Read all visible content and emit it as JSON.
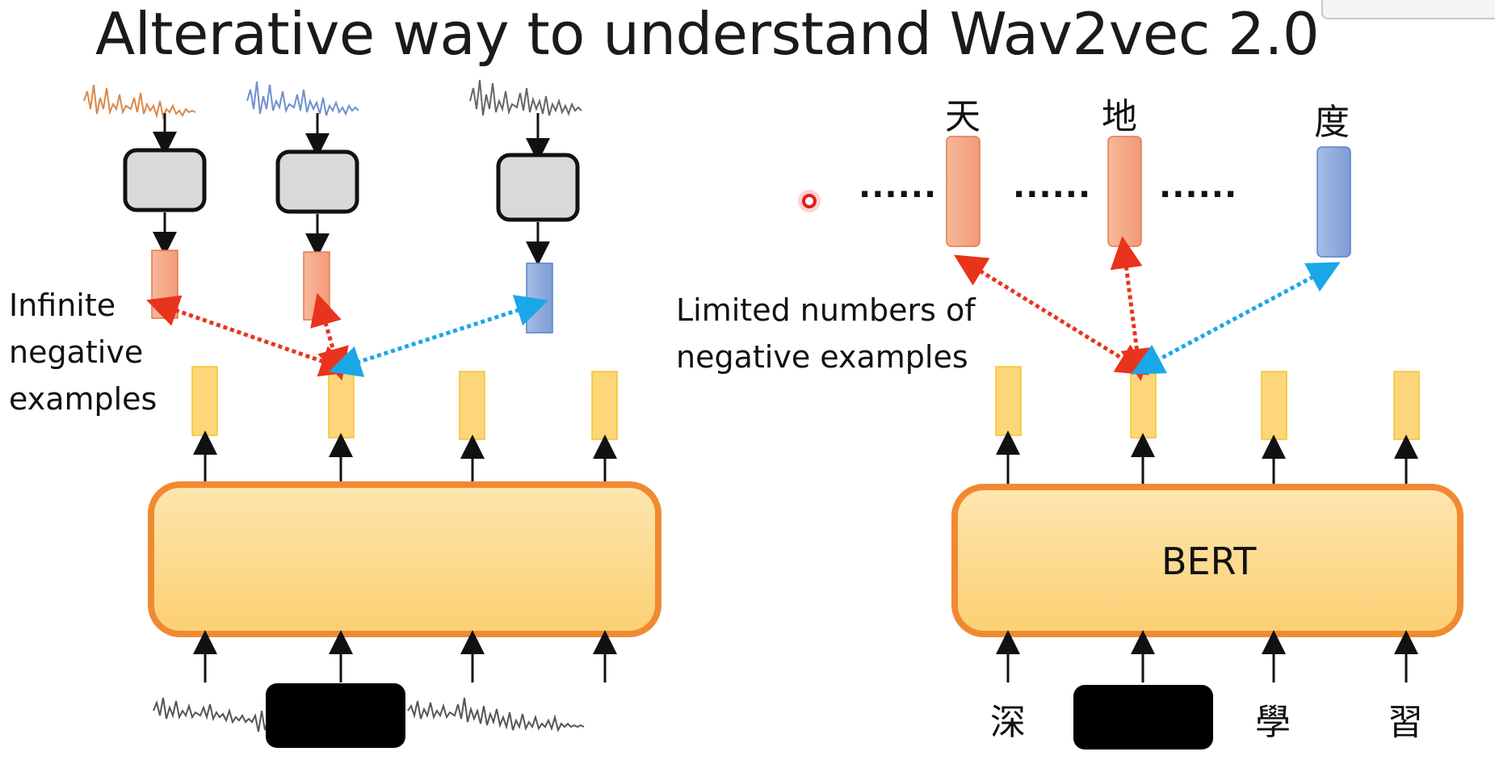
{
  "title": "Alterative way to understand Wav2vec 2.0",
  "left": {
    "label_lines": [
      "Infinite",
      "negative",
      "examples"
    ]
  },
  "right": {
    "label_lines": [
      "Limited numbers of",
      "negative examples"
    ],
    "top_chars": [
      "天",
      "地",
      "度"
    ],
    "bottom_chars": [
      "深",
      "學",
      "習"
    ],
    "model_label": "BERT",
    "ellipsis": "......"
  },
  "colors": {
    "orange_block": "#f4a582",
    "blue_block": "#8faadc",
    "yellow_block": "#fcd679",
    "model_fill": "#fdd98a",
    "model_border": "#f08a32",
    "red_arrow": "#e8341c",
    "blue_arrow": "#1aa7e8",
    "mask": "#000000"
  },
  "icons": {
    "pointer": "laser-pointer-icon"
  }
}
